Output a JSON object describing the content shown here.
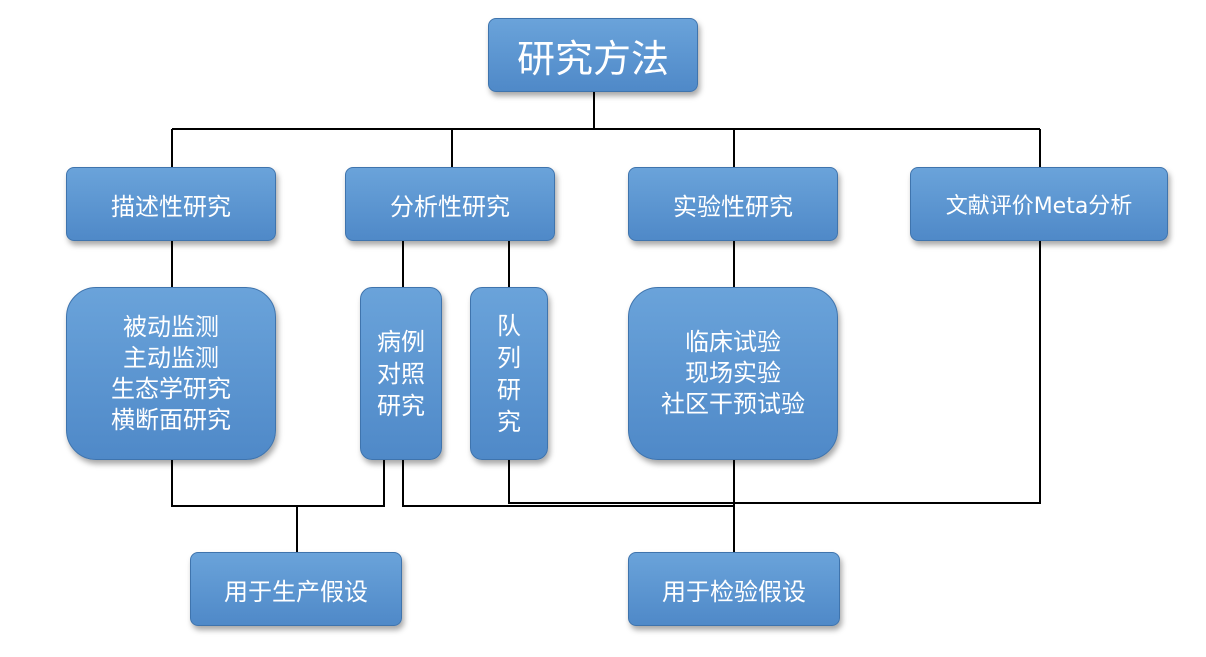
{
  "root": {
    "label": "研究方法"
  },
  "level1": {
    "descriptive": "描述性研究",
    "analytical": "分析性研究",
    "experimental": "实验性研究",
    "meta": "文献评价Meta分析"
  },
  "details": {
    "descriptive": "被动监测\n主动监测\n生态学研究\n横断面研究",
    "case_control": "病例\n对照\n研究",
    "cohort": "队\n列\n研\n究",
    "experimental": "临床试验\n现场实验\n社区干预试验"
  },
  "outcomes": {
    "generate": "用于生产假设",
    "test": "用于检验假设"
  },
  "colors": {
    "box_fill": "#5b97d5",
    "box_border": "#3f74ad",
    "text": "#ffffff",
    "line": "#000000"
  }
}
